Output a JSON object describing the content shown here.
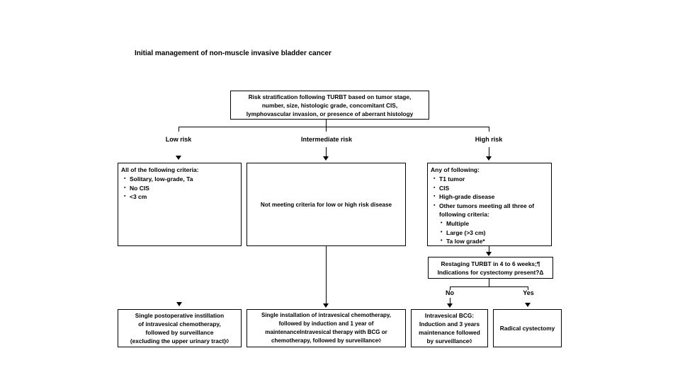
{
  "title": "Initial management of non-muscle invasive bladder cancer",
  "colors": {
    "line": "#000000",
    "background": "#ffffff",
    "text": "#000000"
  },
  "bullets": {
    "square": "▪",
    "round": "•"
  },
  "root_box": {
    "lines": [
      "Risk stratification following TURBT based on tumor stage,",
      "number, size, histologic grade, concomitant CIS,",
      "lymphovascular invasion, or presence of aberrant histology"
    ]
  },
  "branches": {
    "low_label": "Low risk",
    "intermediate_label": "Intermediate risk",
    "high_label": "High risk"
  },
  "low_box": {
    "heading": "All of the following criteria:",
    "items": [
      "Solitary, low-grade, Ta",
      "No CIS",
      "<3 cm"
    ]
  },
  "intermediate_box": {
    "text": "Not meeting criteria for low or high risk disease"
  },
  "high_box": {
    "heading": "Any of following:",
    "items": [
      "T1 tumor",
      "CIS",
      "High-grade disease"
    ],
    "compound_item": {
      "text": "Other tumors meeting all three of following criteria:",
      "subitems": [
        "Multiple",
        "Large (>3 cm)",
        "Ta low grade*"
      ]
    }
  },
  "decision_box": {
    "lines": [
      "Restaging TURBT in 4 to 6 weeks;¶",
      "Indications for cystectomy present?Δ"
    ],
    "no_label": "No",
    "yes_label": "Yes"
  },
  "outcome_boxes": {
    "low": {
      "lines": [
        "Single postoperative instillation",
        "of intravesical chemotherapy,",
        "followed by surveillance",
        "(excluding the upper urinary tract)◊"
      ]
    },
    "intermediate": {
      "lines": [
        "Single installation of intravesical chemotherapy,",
        "followed by induction and 1 year of",
        "maintenanceIntravesical therapy with BCG or",
        "chemotherapy, followed by surveillance◊"
      ]
    },
    "bcg": {
      "lines": [
        "Intravesical BCG:",
        "Induction and 3 years",
        "maintenance followed",
        "by surveillance◊"
      ]
    },
    "cystectomy": {
      "text": "Radical cystectomy"
    }
  }
}
